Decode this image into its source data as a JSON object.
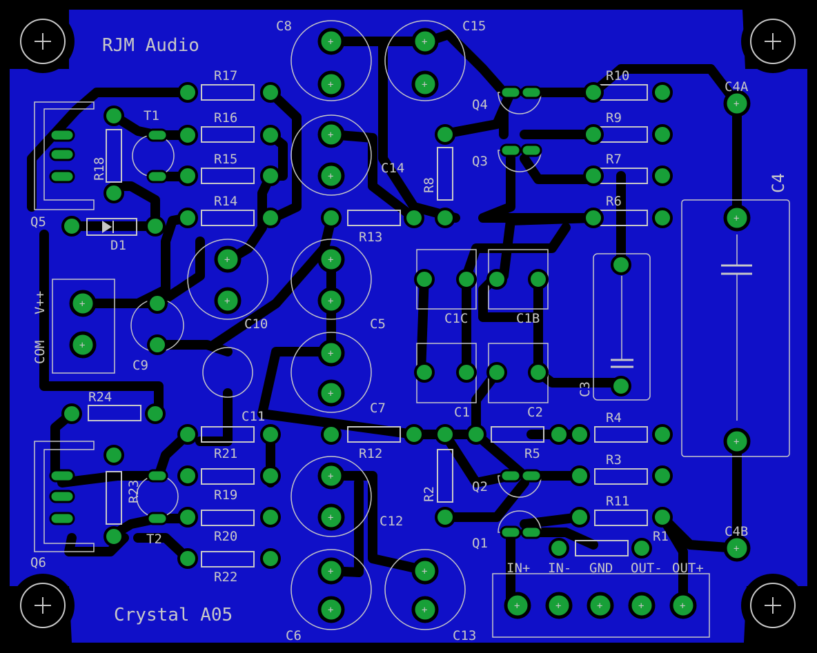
{
  "board": {
    "brand": "RJM Audio",
    "model": "Crystal A05",
    "colors": {
      "substrate": "#1010c8",
      "background": "#000000",
      "silkscreen": "#c8c8c8",
      "pad": "#18a038"
    }
  },
  "parts": {
    "R17": "R17",
    "R16": "R16",
    "R15": "R15",
    "R14": "R14",
    "R13": "R13",
    "R10": "R10",
    "R9": "R9",
    "R7": "R7",
    "R6": "R6",
    "R8": "R8",
    "R18": "R18",
    "R24": "R24",
    "R21": "R21",
    "R19": "R19",
    "R20": "R20",
    "R22": "R22",
    "R23": "R23",
    "R12": "R12",
    "R4": "R4",
    "R5": "R5",
    "R3": "R3",
    "R11": "R11",
    "R1": "R1",
    "R2": "R2",
    "C8": "C8",
    "C15": "C15",
    "C14": "C14",
    "C10": "C10",
    "C5": "C5",
    "C7": "C7",
    "C11": "C11",
    "C12": "C12",
    "C6": "C6",
    "C13": "C13",
    "C9": "C9",
    "C1C": "C1C",
    "C1B": "C1B",
    "C1": "C1",
    "C2": "C2",
    "C3": "C3",
    "C4": "C4",
    "C4A": "C4A",
    "C4B": "C4B",
    "Q1": "Q1",
    "Q2": "Q2",
    "Q3": "Q3",
    "Q4": "Q4",
    "Q5": "Q5",
    "Q6": "Q6",
    "T1": "T1",
    "T2": "T2",
    "D1": "D1"
  },
  "connectors": {
    "power": {
      "v_plus": "V++",
      "com": "COM"
    },
    "io": [
      "IN+",
      "IN-",
      "GND",
      "OUT-",
      "OUT+"
    ]
  }
}
